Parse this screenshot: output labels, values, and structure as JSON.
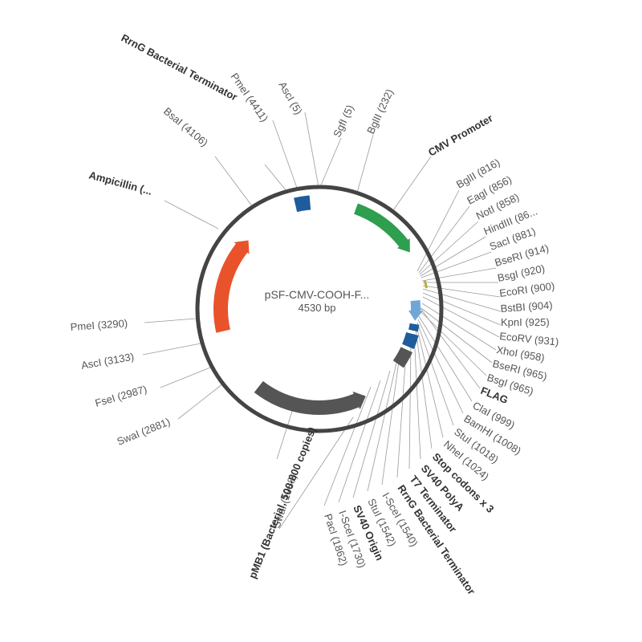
{
  "plasmid": {
    "name": "pSF-CMV-COOH-F...",
    "size": "4530 bp"
  },
  "colors": {
    "backbone": "#444444",
    "orange": "#e8532b",
    "green": "#2e9e4f",
    "navy": "#1f5c9c",
    "sky": "#6fa6d8",
    "gray": "#555555",
    "olive": "#b9b230",
    "leader": "#9a9a9a"
  },
  "features": [
    {
      "id": "rrng-top",
      "color": "#1f5c9c"
    },
    {
      "id": "cmv",
      "color": "#2e9e4f"
    },
    {
      "id": "olive-bar",
      "color": "#b9b230"
    },
    {
      "id": "flag",
      "color": "#6fa6d8"
    },
    {
      "id": "sv40-polya-box",
      "color": "#1f5c9c"
    },
    {
      "id": "t7-box",
      "color": "#1f5c9c"
    },
    {
      "id": "sv40-ori-box",
      "color": "#555555"
    },
    {
      "id": "ampicillin",
      "color": "#e8532b"
    },
    {
      "id": "pmb1",
      "color": "#555555"
    }
  ],
  "labels": [
    {
      "id": "rrng-left",
      "text": "RrnG Bacterial Terminator",
      "bold": true
    },
    {
      "id": "pmei-4411",
      "text": "PmeI (4411)",
      "bold": false
    },
    {
      "id": "ascl-5",
      "text": "AscI (5)",
      "bold": false
    },
    {
      "id": "sgfi-5",
      "text": "SgfI (5)",
      "bold": false
    },
    {
      "id": "bglii-232",
      "text": "BglII (232)",
      "bold": false
    },
    {
      "id": "cmv-promoter",
      "text": "CMV Promoter",
      "bold": true
    },
    {
      "id": "bsai-4106",
      "text": "BsaI (4106)",
      "bold": false
    },
    {
      "id": "ampicillin",
      "text": "Ampicillin (...",
      "bold": true
    },
    {
      "id": "bglii-816",
      "text": "BglII (816)",
      "bold": false
    },
    {
      "id": "eagi-856",
      "text": "EagI (856)",
      "bold": false
    },
    {
      "id": "noti-858",
      "text": "NotI (858)",
      "bold": false
    },
    {
      "id": "hindiii",
      "text": "HindIII (86...",
      "bold": false
    },
    {
      "id": "saci-881",
      "text": "SacI (881)",
      "bold": false
    },
    {
      "id": "bseri-914",
      "text": "BseRI (914)",
      "bold": false
    },
    {
      "id": "bsgi-920",
      "text": "BsgI (920)",
      "bold": false
    },
    {
      "id": "ecori-900",
      "text": "EcoRI (900)",
      "bold": false
    },
    {
      "id": "bstbi-904",
      "text": "BstBI (904)",
      "bold": false
    },
    {
      "id": "kpni-925",
      "text": "KpnI (925)",
      "bold": false
    },
    {
      "id": "ecorv-931",
      "text": "EcoRV (931)",
      "bold": false
    },
    {
      "id": "xhoi-958",
      "text": "XhoI (958)",
      "bold": false
    },
    {
      "id": "bseri-965",
      "text": "BseRI (965)",
      "bold": false
    },
    {
      "id": "bsgi-965",
      "text": "BsgI (965)",
      "bold": false
    },
    {
      "id": "flag",
      "text": "FLAG",
      "bold": true
    },
    {
      "id": "clai-999",
      "text": "ClaI (999)",
      "bold": false
    },
    {
      "id": "bamhi-1008",
      "text": "BamHI (1008)",
      "bold": false
    },
    {
      "id": "stui-1018",
      "text": "StuI (1018)",
      "bold": false
    },
    {
      "id": "nhei-1024",
      "text": "NheI (1024)",
      "bold": false
    },
    {
      "id": "stop-codons",
      "text": "Stop codons x 3",
      "bold": true
    },
    {
      "id": "sv40-polya",
      "text": "SV40 PolyA",
      "bold": true
    },
    {
      "id": "t7-terminator",
      "text": "T7 Terminator",
      "bold": true
    },
    {
      "id": "rrng-right",
      "text": "RrnG Bacterial Terminator",
      "bold": true
    },
    {
      "id": "isceii-1540",
      "text": "I-SceI (1540)",
      "bold": false
    },
    {
      "id": "stui-1542",
      "text": "StuI (1542)",
      "bold": false
    },
    {
      "id": "sv40-origin",
      "text": "SV40 Origin",
      "bold": true
    },
    {
      "id": "isceii-1730",
      "text": "I-SceI (1730)",
      "bold": false
    },
    {
      "id": "paci-1862",
      "text": "PacI (1862)",
      "bold": false
    },
    {
      "id": "swai-1988",
      "text": "SwaI (1988)",
      "bold": false
    },
    {
      "id": "pmb1",
      "text": "pMB1 (Bacterial, 500-800 copies)",
      "bold": true
    },
    {
      "id": "pmei-3290",
      "text": "PmeI (3290)",
      "bold": false
    },
    {
      "id": "asci-3133",
      "text": "AscI (3133)",
      "bold": false
    },
    {
      "id": "fsei-2987",
      "text": "FseI (2987)",
      "bold": false
    },
    {
      "id": "swai-2881",
      "text": "SwaI (2881)",
      "bold": false
    }
  ]
}
